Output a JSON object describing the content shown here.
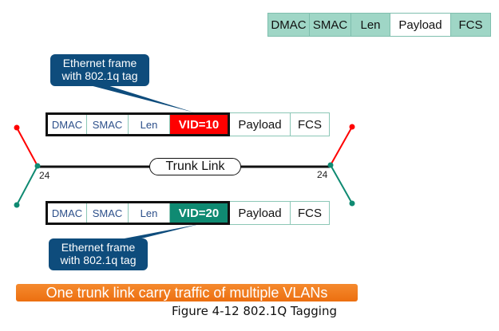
{
  "untagged_frame": {
    "fields": [
      {
        "label": "DMAC",
        "highlight": true
      },
      {
        "label": "SMAC",
        "highlight": true
      },
      {
        "label": "Len",
        "highlight": true
      },
      {
        "label": "Payload",
        "highlight": false
      },
      {
        "label": "FCS",
        "highlight": true
      }
    ]
  },
  "tagged_frame_vlan10": {
    "dmac": "DMAC",
    "smac": "SMAC",
    "len": "Len",
    "vid": "VID=10",
    "payload": "Payload",
    "fcs": "FCS",
    "vid_color": "#ff0000"
  },
  "tagged_frame_vlan20": {
    "dmac": "DMAC",
    "smac": "SMAC",
    "len": "Len",
    "vid": "VID=20",
    "payload": "Payload",
    "fcs": "FCS",
    "vid_color": "#0f8a72"
  },
  "callout_top": {
    "line1": "Ethernet frame",
    "line2": "with 802.1q tag"
  },
  "callout_bottom": {
    "line1": "Ethernet frame",
    "line2": "with 802.1q tag"
  },
  "trunk": {
    "label": "Trunk Link",
    "left_port": "24",
    "right_port": "24"
  },
  "colors": {
    "vlan10": "#ff0000",
    "vlan20": "#0f8a72",
    "callout": "#0e4c7c",
    "banner": "#f07a1e"
  },
  "banner": "One trunk link carry traffic of multiple VLANs",
  "caption": "Figure 4-12 802.1Q Tagging"
}
